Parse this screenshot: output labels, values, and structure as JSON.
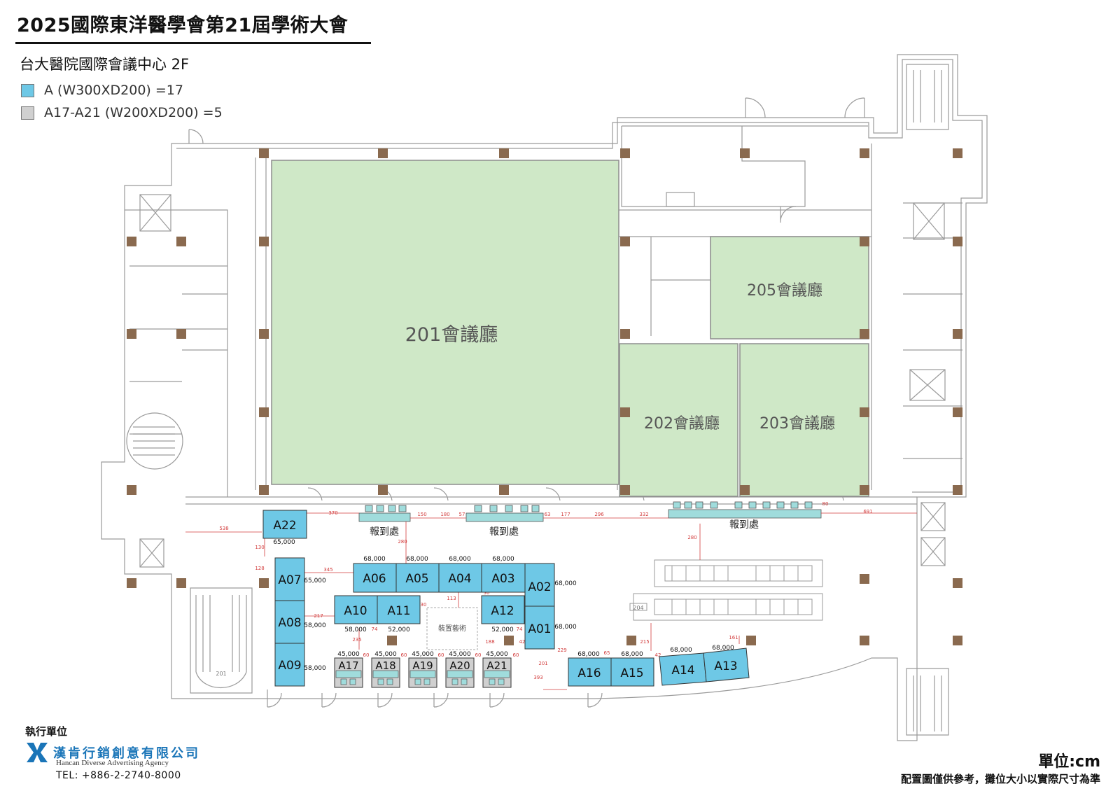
{
  "title": "2025國際東洋醫學會第21屆學術大會",
  "subtitle": "台大醫院國際會議中心 2F",
  "legend": [
    {
      "label": "A (W300XD200) =17",
      "color": "#6ec8e6"
    },
    {
      "label": "A17-A21 (W200XD200) =5",
      "color": "#d0d0d0"
    }
  ],
  "colors": {
    "hall": "#cfe8c7",
    "booth_a": "#6ec8e6",
    "booth_small": "#d0d0d0",
    "pillar": "#8a6a4f",
    "dimension": "#d23c3c",
    "counter": "#a0dcdc"
  },
  "halls": {
    "h201": "201會議廳",
    "h202": "202會議廳",
    "h203": "203會議廳",
    "h205": "205會議廳"
  },
  "registration": [
    "報到處",
    "報到處",
    "報到處"
  ],
  "art": "裝置藝術",
  "booths": {
    "A01": "A01",
    "A02": "A02",
    "A03": "A03",
    "A04": "A04",
    "A05": "A05",
    "A06": "A06",
    "A07": "A07",
    "A08": "A08",
    "A09": "A09",
    "A10": "A10",
    "A11": "A11",
    "A12": "A12",
    "A13": "A13",
    "A14": "A14",
    "A15": "A15",
    "A16": "A16",
    "A17": "A17",
    "A18": "A18",
    "A19": "A19",
    "A20": "A20",
    "A21": "A21",
    "A22": "A22"
  },
  "prices": {
    "A01": "68,000",
    "A02": "68,000",
    "A03": "68,000",
    "A04": "68,000",
    "A05": "68,000",
    "A06": "68,000",
    "A07": "65,000",
    "A08": "58,000",
    "A09": "58,000",
    "A10": "58,000",
    "A11": "52,000",
    "A12": "52,000",
    "A13": "68,000",
    "A14": "68,000",
    "A15": "68,000",
    "A16": "68,000",
    "A17": "45,000",
    "A18": "45,000",
    "A19": "45,000",
    "A20": "45,000",
    "A21": "45,000",
    "A22": "65,000"
  },
  "dimensions": [
    "538",
    "370",
    "150",
    "180",
    "57",
    "63",
    "177",
    "296",
    "332",
    "80",
    "691",
    "280",
    "130",
    "128",
    "345",
    "113",
    "30",
    "217",
    "235",
    "74",
    "74",
    "60",
    "60",
    "60",
    "60",
    "60",
    "188",
    "42",
    "201",
    "393",
    "65",
    "215",
    "42",
    "161",
    "280",
    "229",
    "30"
  ],
  "rooms": {
    "r204": "204",
    "r201s": "201"
  },
  "footer": {
    "exec_label": "執行單位",
    "company_zh": "漢肯行銷創意有限公司",
    "company_en": "Hancan Diverse Advertising Agency",
    "tel": "TEL: +886-2-2740-8000",
    "unit": "單位:cm",
    "disclaimer": "配置圖僅供參考，攤位大小以實際尺寸為準"
  }
}
